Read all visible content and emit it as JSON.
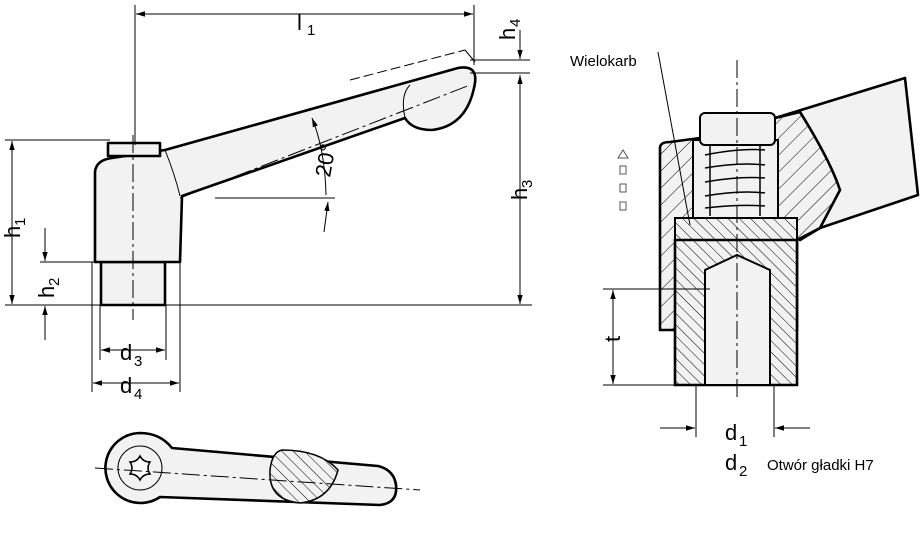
{
  "title": "Technical drawing of adjustable clamping lever",
  "dimensions": {
    "l1": {
      "main": "l",
      "sub": "1"
    },
    "h1": {
      "main": "h",
      "sub": "1"
    },
    "h2": {
      "main": "h",
      "sub": "2"
    },
    "h3": {
      "main": "h",
      "sub": "3"
    },
    "h4": {
      "main": "h",
      "sub": "4"
    },
    "d1": {
      "main": "d",
      "sub": "1"
    },
    "d2": {
      "main": "d",
      "sub": "2"
    },
    "d3": {
      "main": "d",
      "sub": "3"
    },
    "d4": {
      "main": "d",
      "sub": "4"
    },
    "t": "t",
    "angle": "20°"
  },
  "annotations": {
    "serration": "Wielokarb",
    "bore": "Otwór gładki H7"
  }
}
